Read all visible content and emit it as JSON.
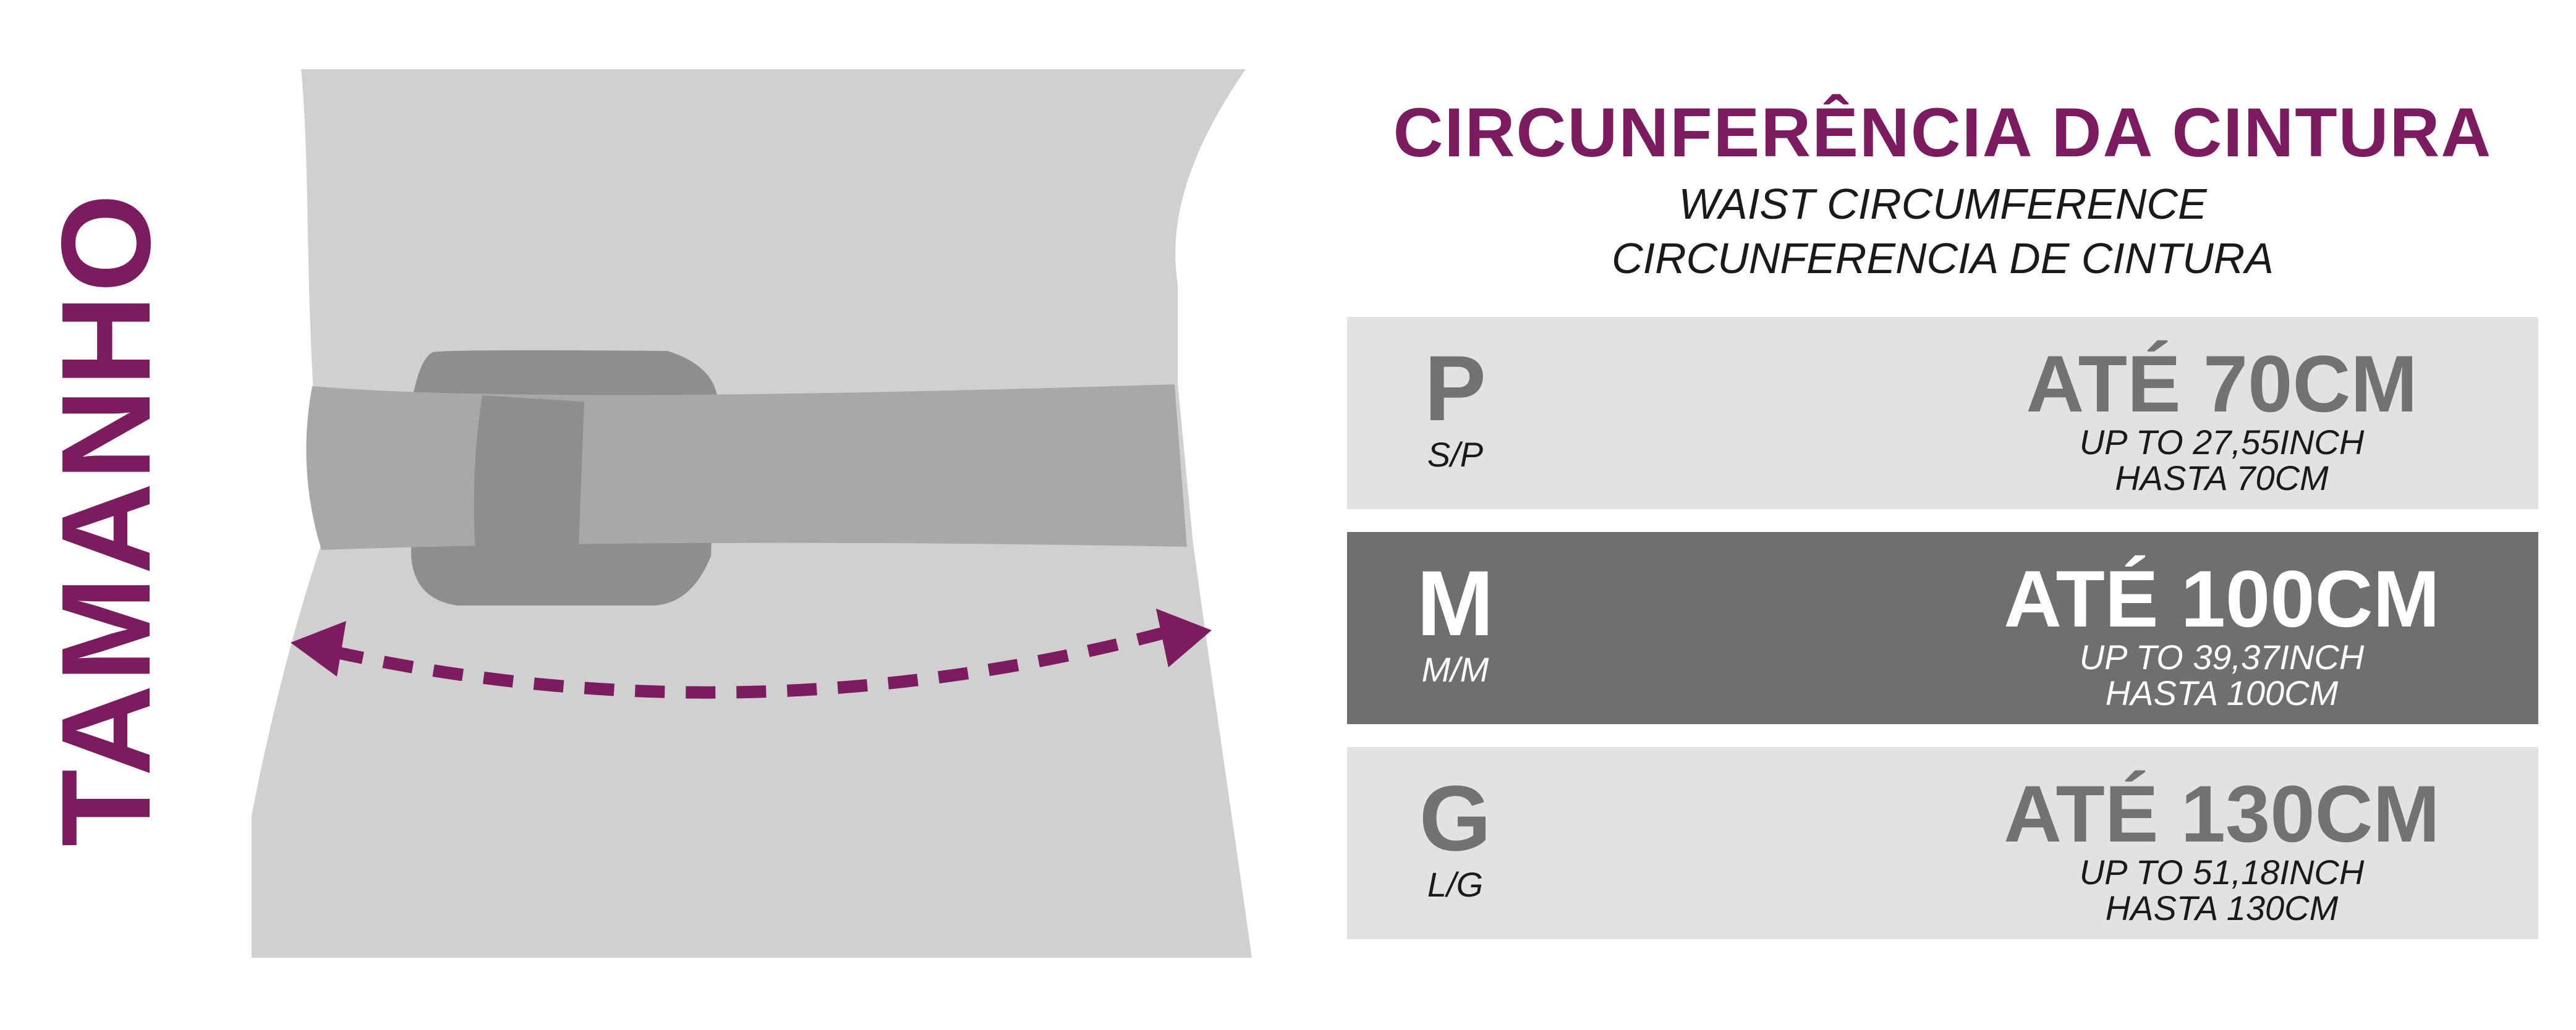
{
  "side_label": "TAMANHO",
  "header": {
    "title": "CIRCUNFERÊNCIA DA CINTURA",
    "subtitle_en": "WAIST CIRCUMFERENCE",
    "subtitle_es": "CIRCUNFERENCIA DE CINTURA"
  },
  "sizes": [
    {
      "letter": "P",
      "alt": "S/P",
      "measure": "ATÉ 70CM",
      "en": "UP TO 27,55INCH",
      "es": "HASTA 70CM"
    },
    {
      "letter": "M",
      "alt": "M/M",
      "measure": "ATÉ 100CM",
      "en": "UP TO 39,37INCH",
      "es": "HASTA 100CM"
    },
    {
      "letter": "G",
      "alt": "L/G",
      "measure": "ATÉ 130CM",
      "en": "UP TO 51,18INCH",
      "es": "HASTA 130CM"
    }
  ],
  "colors": {
    "accent": "#7d1b60",
    "highlight_row": "#706f6d",
    "row": "#e2e2e2"
  }
}
